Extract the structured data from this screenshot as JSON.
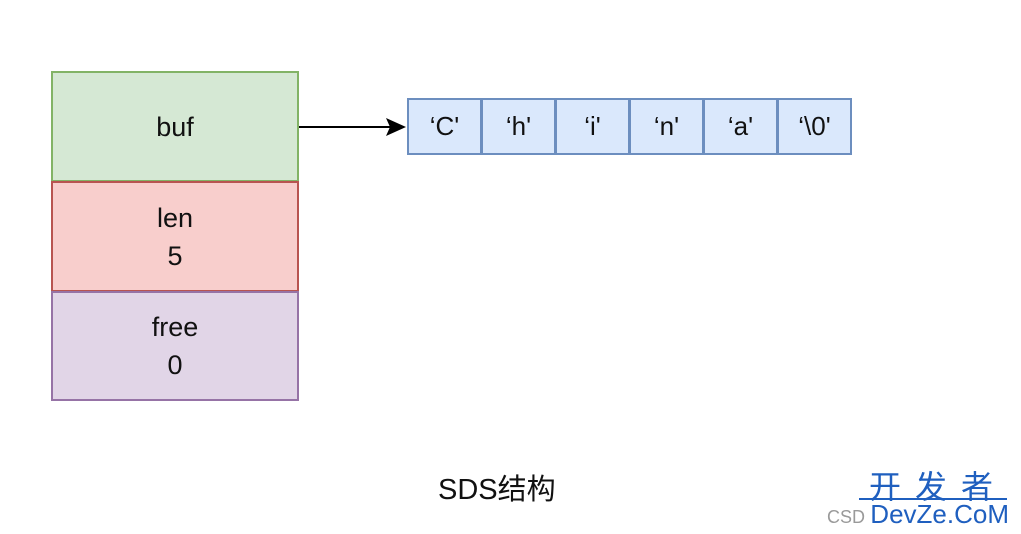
{
  "struct": {
    "buf": {
      "label": "buf"
    },
    "len": {
      "label": "len",
      "value": "5"
    },
    "free": {
      "label": "free",
      "value": "0"
    }
  },
  "buffer": {
    "chars": [
      "‘C'",
      "‘h'",
      "‘i'",
      "‘n'",
      "‘a'",
      "‘\\0'"
    ]
  },
  "caption": "SDS结构",
  "watermark": {
    "cn": "开发者",
    "en": "DevZe.CoM",
    "csdn": "CSD"
  },
  "colors": {
    "buf_fill": "#d5e8d4",
    "buf_stroke": "#82b366",
    "len_fill": "#f8cecc",
    "len_stroke": "#b85450",
    "free_fill": "#e1d5e7",
    "free_stroke": "#9673a6",
    "cell_fill": "#dae8fc",
    "cell_stroke": "#6c8ebf",
    "watermark": "#1f5fbf"
  }
}
